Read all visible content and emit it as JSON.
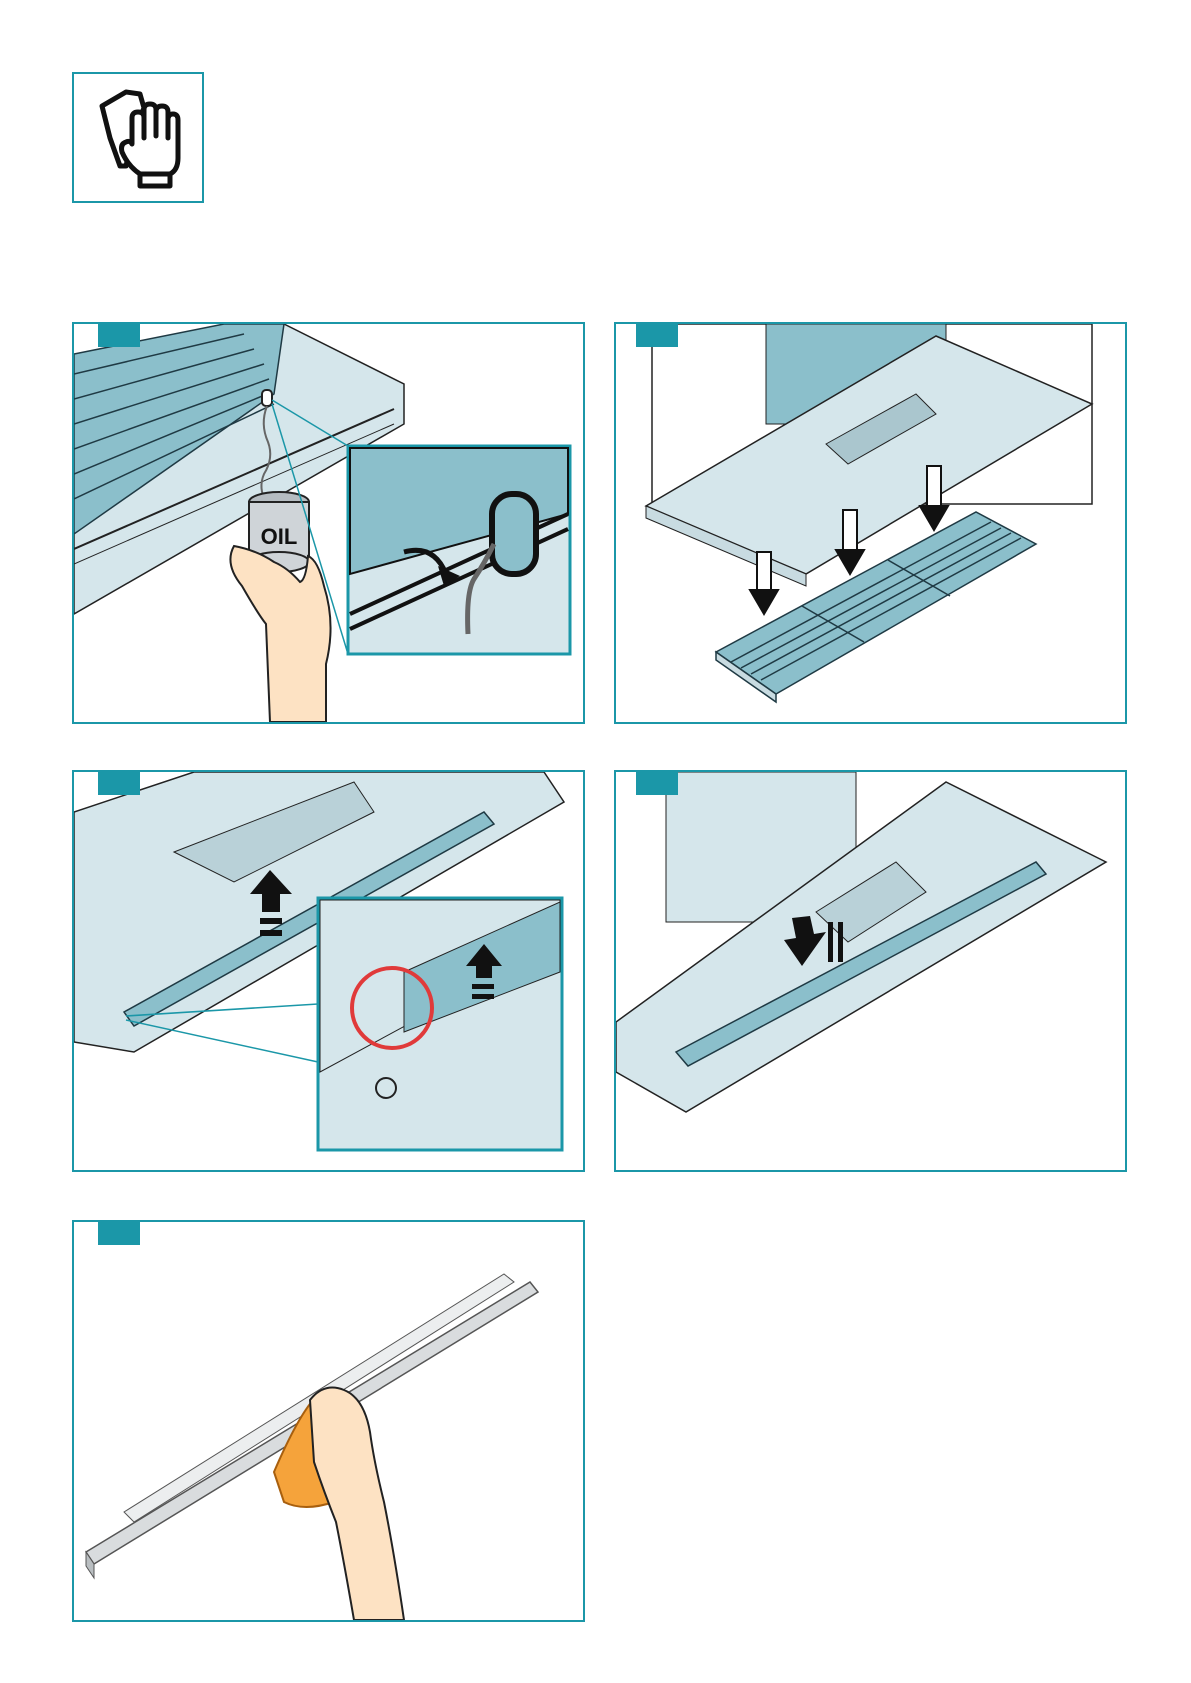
{
  "icons": {
    "header": "cleaning-gloves-icon"
  },
  "colors": {
    "frame": "#1b97a8",
    "badge": "#1b97a8",
    "panel_fill": "#d5e6eb",
    "filter_fill": "#8bbfcb",
    "oil_can": "#cfd4d8",
    "skin": "#fde2c3",
    "cloth": "#f5a33b",
    "highlight_ring": "#e03a3a"
  },
  "steps": [
    {
      "id": "step-1",
      "label": "OIL"
    },
    {
      "id": "step-2"
    },
    {
      "id": "step-3"
    },
    {
      "id": "step-4"
    },
    {
      "id": "step-5"
    }
  ]
}
